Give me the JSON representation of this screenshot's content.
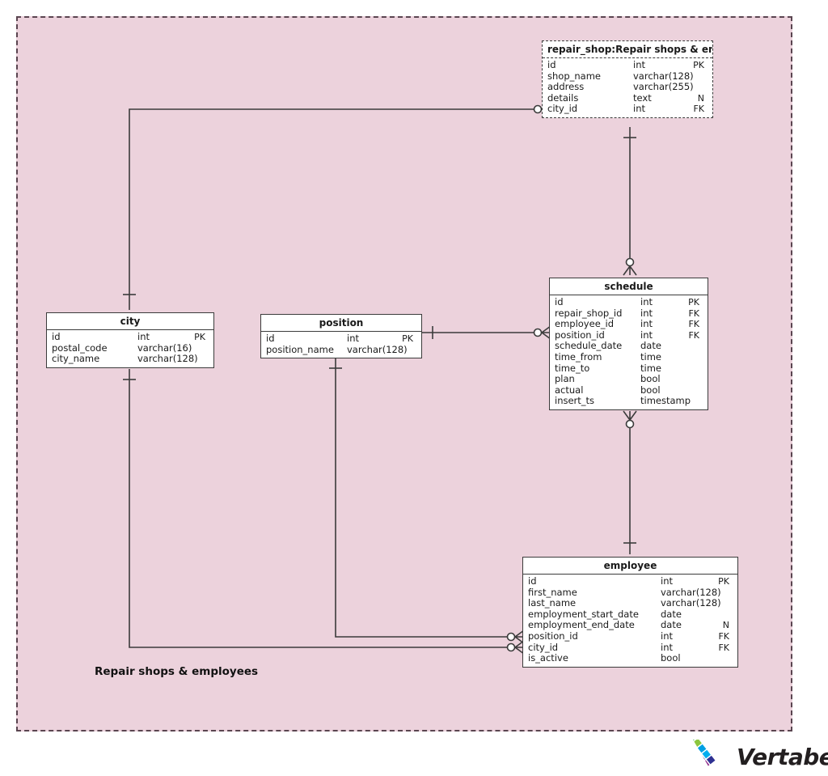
{
  "diagram": {
    "title": "Repair shops & employees",
    "background_color": "#ecd2dc",
    "border_color": "#5a4550",
    "table_fill": "#ffffff",
    "line_color": "#3b3b3b"
  },
  "brand": {
    "name": "Vertabelo",
    "logo_icon": "vertabelo-triangle-logo",
    "logo_colors": [
      "#e6007e",
      "#8f2d8b",
      "#2e3192",
      "#00a0e3",
      "#00aeef",
      "#8cc63f",
      "#39b54a"
    ]
  },
  "tables": [
    {
      "id": "repair_shop",
      "name": "repair_shop:Repair shops & empl",
      "style": "dashed",
      "columns": [
        {
          "name": "id",
          "type": "int",
          "key": "PK"
        },
        {
          "name": "shop_name",
          "type": "varchar(128)",
          "key": ""
        },
        {
          "name": "address",
          "type": "varchar(255)",
          "key": ""
        },
        {
          "name": "details",
          "type": "text",
          "key": "N"
        },
        {
          "name": "city_id",
          "type": "int",
          "key": "FK"
        }
      ]
    },
    {
      "id": "schedule",
      "name": "schedule",
      "style": "solid",
      "columns": [
        {
          "name": "id",
          "type": "int",
          "key": "PK"
        },
        {
          "name": "repair_shop_id",
          "type": "int",
          "key": "FK"
        },
        {
          "name": "employee_id",
          "type": "int",
          "key": "FK"
        },
        {
          "name": "position_id",
          "type": "int",
          "key": "FK"
        },
        {
          "name": "schedule_date",
          "type": "date",
          "key": ""
        },
        {
          "name": "time_from",
          "type": "time",
          "key": ""
        },
        {
          "name": "time_to",
          "type": "time",
          "key": ""
        },
        {
          "name": "plan",
          "type": "bool",
          "key": ""
        },
        {
          "name": "actual",
          "type": "bool",
          "key": ""
        },
        {
          "name": "insert_ts",
          "type": "timestamp",
          "key": ""
        }
      ]
    },
    {
      "id": "employee",
      "name": "employee",
      "style": "solid",
      "columns": [
        {
          "name": "id",
          "type": "int",
          "key": "PK"
        },
        {
          "name": "first_name",
          "type": "varchar(128)",
          "key": ""
        },
        {
          "name": "last_name",
          "type": "varchar(128)",
          "key": ""
        },
        {
          "name": "employment_start_date",
          "type": "date",
          "key": ""
        },
        {
          "name": "employment_end_date",
          "type": "date",
          "key": "N"
        },
        {
          "name": "position_id",
          "type": "int",
          "key": "FK"
        },
        {
          "name": "city_id",
          "type": "int",
          "key": "FK"
        },
        {
          "name": "is_active",
          "type": "bool",
          "key": ""
        }
      ]
    },
    {
      "id": "city",
      "name": "city",
      "style": "solid",
      "columns": [
        {
          "name": "id",
          "type": "int",
          "key": "PK"
        },
        {
          "name": "postal_code",
          "type": "varchar(16)",
          "key": ""
        },
        {
          "name": "city_name",
          "type": "varchar(128)",
          "key": ""
        }
      ]
    },
    {
      "id": "position",
      "name": "position",
      "style": "solid",
      "columns": [
        {
          "name": "id",
          "type": "int",
          "key": "PK"
        },
        {
          "name": "position_name",
          "type": "varchar(128)",
          "key": ""
        }
      ]
    }
  ],
  "relationships": [
    {
      "from": "city.id",
      "to": "repair_shop.city_id",
      "from_card": "one",
      "to_card": "zero-many"
    },
    {
      "from": "repair_shop.id",
      "to": "schedule.repair_shop_id",
      "from_card": "one",
      "to_card": "zero-many"
    },
    {
      "from": "position.id",
      "to": "schedule.position_id",
      "from_card": "one",
      "to_card": "zero-many"
    },
    {
      "from": "employee.id",
      "to": "schedule.employee_id",
      "from_card": "one",
      "to_card": "zero-many"
    },
    {
      "from": "position.id",
      "to": "employee.position_id",
      "from_card": "one",
      "to_card": "zero-many"
    },
    {
      "from": "city.id",
      "to": "employee.city_id",
      "from_card": "one",
      "to_card": "zero-many"
    }
  ]
}
